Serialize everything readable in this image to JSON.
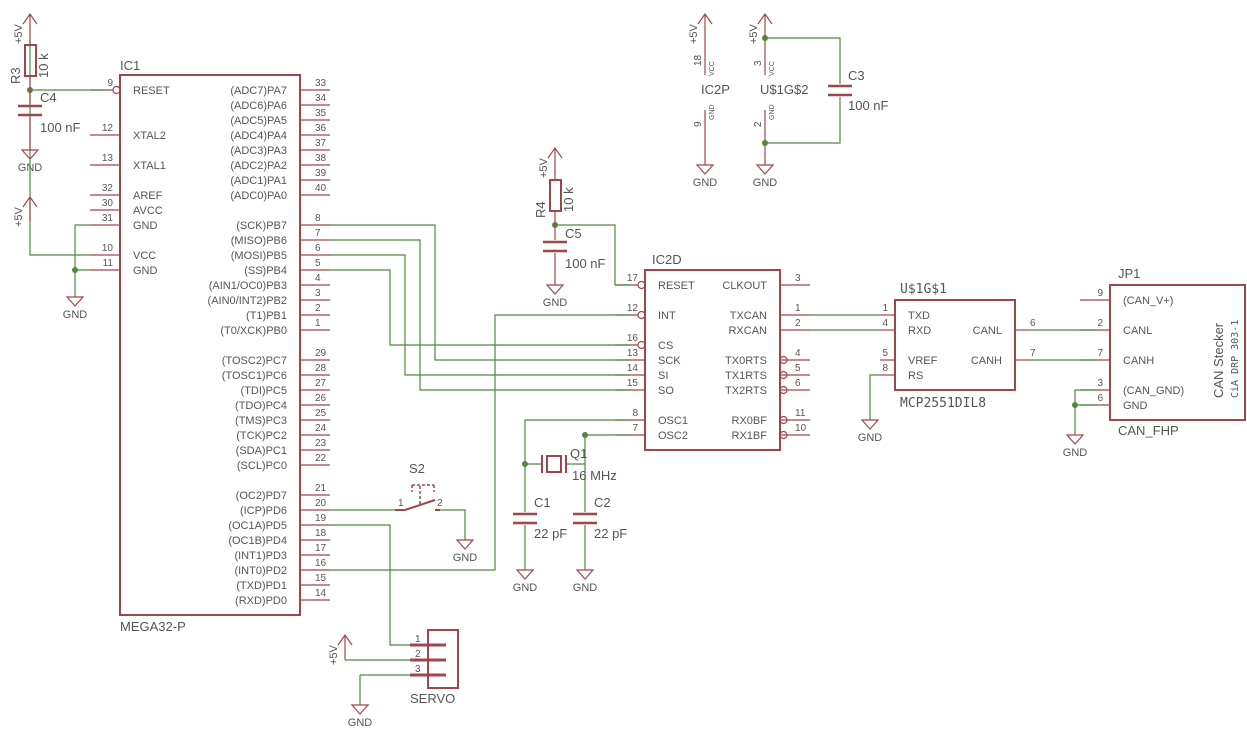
{
  "ic1": {
    "name": "IC1",
    "value": "MEGA32-P",
    "left_pins": [
      {
        "num": "9",
        "name": "RESET"
      },
      {
        "num": "12",
        "name": "XTAL2"
      },
      {
        "num": "13",
        "name": "XTAL1"
      },
      {
        "num": "32",
        "name": "AREF"
      },
      {
        "num": "30",
        "name": "AVCC"
      },
      {
        "num": "31",
        "name": "GND"
      },
      {
        "num": "10",
        "name": "VCC"
      },
      {
        "num": "11",
        "name": "GND"
      }
    ],
    "right_pins": [
      {
        "num": "33",
        "name": "(ADC7)PA7"
      },
      {
        "num": "34",
        "name": "(ADC6)PA6"
      },
      {
        "num": "35",
        "name": "(ADC5)PA5"
      },
      {
        "num": "36",
        "name": "(ADC4)PA4"
      },
      {
        "num": "37",
        "name": "(ADC3)PA3"
      },
      {
        "num": "38",
        "name": "(ADC2)PA2"
      },
      {
        "num": "39",
        "name": "(ADC1)PA1"
      },
      {
        "num": "40",
        "name": "(ADC0)PA0"
      },
      {
        "num": "8",
        "name": "(SCK)PB7"
      },
      {
        "num": "7",
        "name": "(MISO)PB6"
      },
      {
        "num": "6",
        "name": "(MOSI)PB5"
      },
      {
        "num": "5",
        "name": "(SS)PB4"
      },
      {
        "num": "4",
        "name": "(AIN1/OC0)PB3"
      },
      {
        "num": "3",
        "name": "(AIN0/INT2)PB2"
      },
      {
        "num": "2",
        "name": "(T1)PB1"
      },
      {
        "num": "1",
        "name": "(T0/XCK)PB0"
      },
      {
        "num": "29",
        "name": "(TOSC2)PC7"
      },
      {
        "num": "28",
        "name": "(TOSC1)PC6"
      },
      {
        "num": "27",
        "name": "(TDI)PC5"
      },
      {
        "num": "26",
        "name": "(TDO)PC4"
      },
      {
        "num": "25",
        "name": "(TMS)PC3"
      },
      {
        "num": "24",
        "name": "(TCK)PC2"
      },
      {
        "num": "23",
        "name": "(SDA)PC1"
      },
      {
        "num": "22",
        "name": "(SCL)PC0"
      },
      {
        "num": "21",
        "name": "(OC2)PD7"
      },
      {
        "num": "20",
        "name": "(ICP)PD6"
      },
      {
        "num": "19",
        "name": "(OC1A)PD5"
      },
      {
        "num": "18",
        "name": "(OC1B)PD4"
      },
      {
        "num": "17",
        "name": "(INT1)PD3"
      },
      {
        "num": "16",
        "name": "(INT0)PD2"
      },
      {
        "num": "15",
        "name": "(TXD)PD1"
      },
      {
        "num": "14",
        "name": "(RXD)PD0"
      }
    ]
  },
  "ic2": {
    "name": "IC2D",
    "left_pins": [
      {
        "num": "17",
        "name": "RESET"
      },
      {
        "num": "12",
        "name": "INT"
      },
      {
        "num": "16",
        "name": "CS"
      },
      {
        "num": "13",
        "name": "SCK"
      },
      {
        "num": "14",
        "name": "SI"
      },
      {
        "num": "15",
        "name": "SO"
      },
      {
        "num": "8",
        "name": "OSC1"
      },
      {
        "num": "7",
        "name": "OSC2"
      }
    ],
    "right_pins": [
      {
        "num": "3",
        "name": "CLKOUT"
      },
      {
        "num": "1",
        "name": "TXCAN"
      },
      {
        "num": "2",
        "name": "RXCAN"
      },
      {
        "num": "4",
        "name": "TX0RTS"
      },
      {
        "num": "5",
        "name": "TX1RTS"
      },
      {
        "num": "6",
        "name": "TX2RTS"
      },
      {
        "num": "11",
        "name": "RX0BF"
      },
      {
        "num": "10",
        "name": "RX1BF"
      }
    ]
  },
  "ic2p": {
    "name": "IC2P",
    "vcc_num": "18",
    "gnd_num": "9",
    "vcc_label": "VCC",
    "gnd_label": "GND"
  },
  "u1g2": {
    "name": "U$1G$2",
    "vcc_num": "3",
    "gnd_num": "2",
    "vcc_label": "VCC",
    "gnd_label": "GND"
  },
  "u1g1": {
    "name": "U$1G$1",
    "value": "MCP2551DIL8",
    "left_pins": [
      {
        "num": "1",
        "name": "TXD"
      },
      {
        "num": "4",
        "name": "RXD"
      },
      {
        "num": "5",
        "name": "VREF"
      },
      {
        "num": "8",
        "name": "RS"
      }
    ],
    "right_pins": [
      {
        "num": "6",
        "name": "CANL"
      },
      {
        "num": "7",
        "name": "CANH"
      }
    ]
  },
  "jp1": {
    "name": "JP1",
    "value": "CAN_FHP",
    "side_text": "CAN Stecker",
    "side_sub": "CiA DRP 303-1",
    "pins": [
      {
        "num": "9",
        "name": "(CAN_V+)"
      },
      {
        "num": "2",
        "name": "CANL"
      },
      {
        "num": "7",
        "name": "CANH"
      },
      {
        "num": "3",
        "name": "(CAN_GND)"
      },
      {
        "num": "6",
        "name": "GND"
      }
    ]
  },
  "parts": {
    "r3": {
      "name": "R3",
      "value": "10 k"
    },
    "r4": {
      "name": "R4",
      "value": "10 k"
    },
    "c4": {
      "name": "C4",
      "value": "100 nF"
    },
    "c5": {
      "name": "C5",
      "value": "100 nF"
    },
    "c3": {
      "name": "C3",
      "value": "100 nF"
    },
    "c1": {
      "name": "C1",
      "value": "22 pF"
    },
    "c2": {
      "name": "C2",
      "value": "22 pF"
    },
    "q1": {
      "name": "Q1",
      "value": "16 MHz"
    },
    "s2": {
      "name": "S2",
      "pin1": "1",
      "pin2": "2"
    },
    "servo": {
      "name": "SERVO",
      "pins": [
        "1",
        "2",
        "3"
      ]
    }
  },
  "supplies": {
    "vcc": "+5V",
    "gnd": "GND"
  },
  "colors": {
    "symbol": "#a0454e",
    "wire": "#4e8a3c",
    "text": "#555555"
  }
}
